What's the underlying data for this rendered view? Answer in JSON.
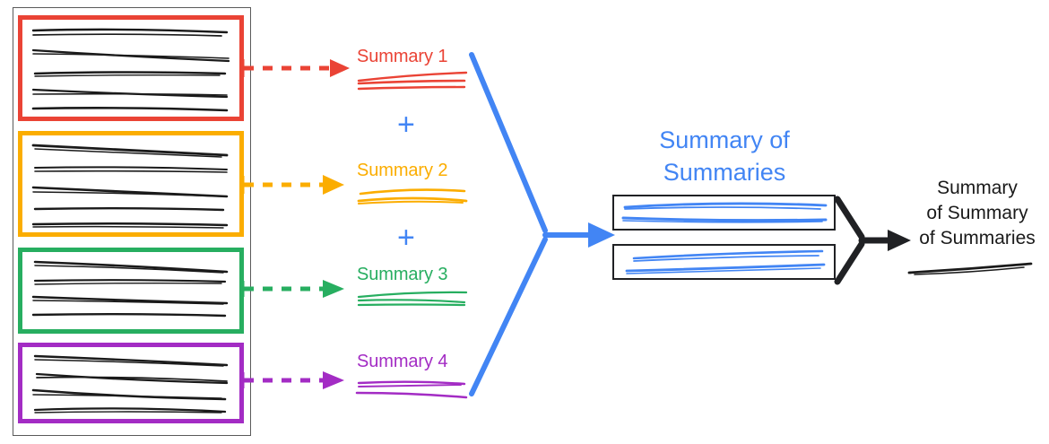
{
  "diagram": {
    "type": "hierarchical-summarization-flow",
    "title_text": "Summary of Summaries",
    "colors": {
      "red": "#ea4335",
      "orange": "#fbad00",
      "green": "#27ae60",
      "purple": "#a32cc4",
      "blue": "#4285f4",
      "black": "#202124",
      "frame_gray": "#5a5a5a"
    }
  },
  "source_document": {
    "name": "source-document",
    "sections": [
      {
        "id": "section-1",
        "color": "#ea4335",
        "color_name": "red",
        "line_count": 5
      },
      {
        "id": "section-2",
        "color": "#fbad00",
        "color_name": "orange",
        "line_count": 5
      },
      {
        "id": "section-3",
        "color": "#27ae60",
        "color_name": "green",
        "line_count": 4
      },
      {
        "id": "section-4",
        "color": "#a32cc4",
        "color_name": "purple",
        "line_count": 4
      }
    ]
  },
  "connectors": [
    {
      "id": "connector-1",
      "style": "dashed",
      "color": "#ea4335",
      "from": "section-1",
      "to": "summary-1"
    },
    {
      "id": "connector-2",
      "style": "dashed",
      "color": "#fbad00",
      "from": "section-2",
      "to": "summary-2"
    },
    {
      "id": "connector-3",
      "style": "dashed",
      "color": "#27ae60",
      "from": "section-3",
      "to": "summary-3"
    },
    {
      "id": "connector-4",
      "style": "dashed",
      "color": "#a32cc4",
      "from": "section-4",
      "to": "summary-4"
    }
  ],
  "summaries": [
    {
      "label": "Summary 1",
      "color": "#ea4335",
      "color_name": "red",
      "line_count": 3
    },
    {
      "label": "Summary 2",
      "color": "#fbad00",
      "color_name": "orange",
      "line_count": 3
    },
    {
      "label": "Summary 3",
      "color": "#27ae60",
      "color_name": "green",
      "line_count": 3
    },
    {
      "label": "Summary 4",
      "color": "#a32cc4",
      "color_name": "purple",
      "line_count": 3
    }
  ],
  "operators": [
    {
      "symbol": "+",
      "color": "#4285f4",
      "between": "summary-1-and-summary-2"
    },
    {
      "symbol": "+",
      "color": "#4285f4",
      "between": "summary-2-and-summary-3"
    }
  ],
  "merge_arrows": [
    {
      "id": "merge-arrow-blue",
      "color": "#4285f4",
      "direction": "right",
      "shape": "converging"
    },
    {
      "id": "merge-arrow-black",
      "color": "#202124",
      "direction": "right",
      "shape": "converging"
    }
  ],
  "summary_of_summaries": {
    "title_line_1": "Summary of",
    "title_line_2": "Summaries",
    "color": "#4285f4",
    "boxes": [
      {
        "id": "sos-box-1",
        "line_count": 2,
        "color": "#4285f4"
      },
      {
        "id": "sos-box-2",
        "line_count": 2,
        "color": "#4285f4"
      }
    ]
  },
  "final_output": {
    "title_line_1": "Summary",
    "title_line_2": "of Summary",
    "title_line_3": "of Summaries",
    "color": "#1a1a1a",
    "line_count": 1
  }
}
